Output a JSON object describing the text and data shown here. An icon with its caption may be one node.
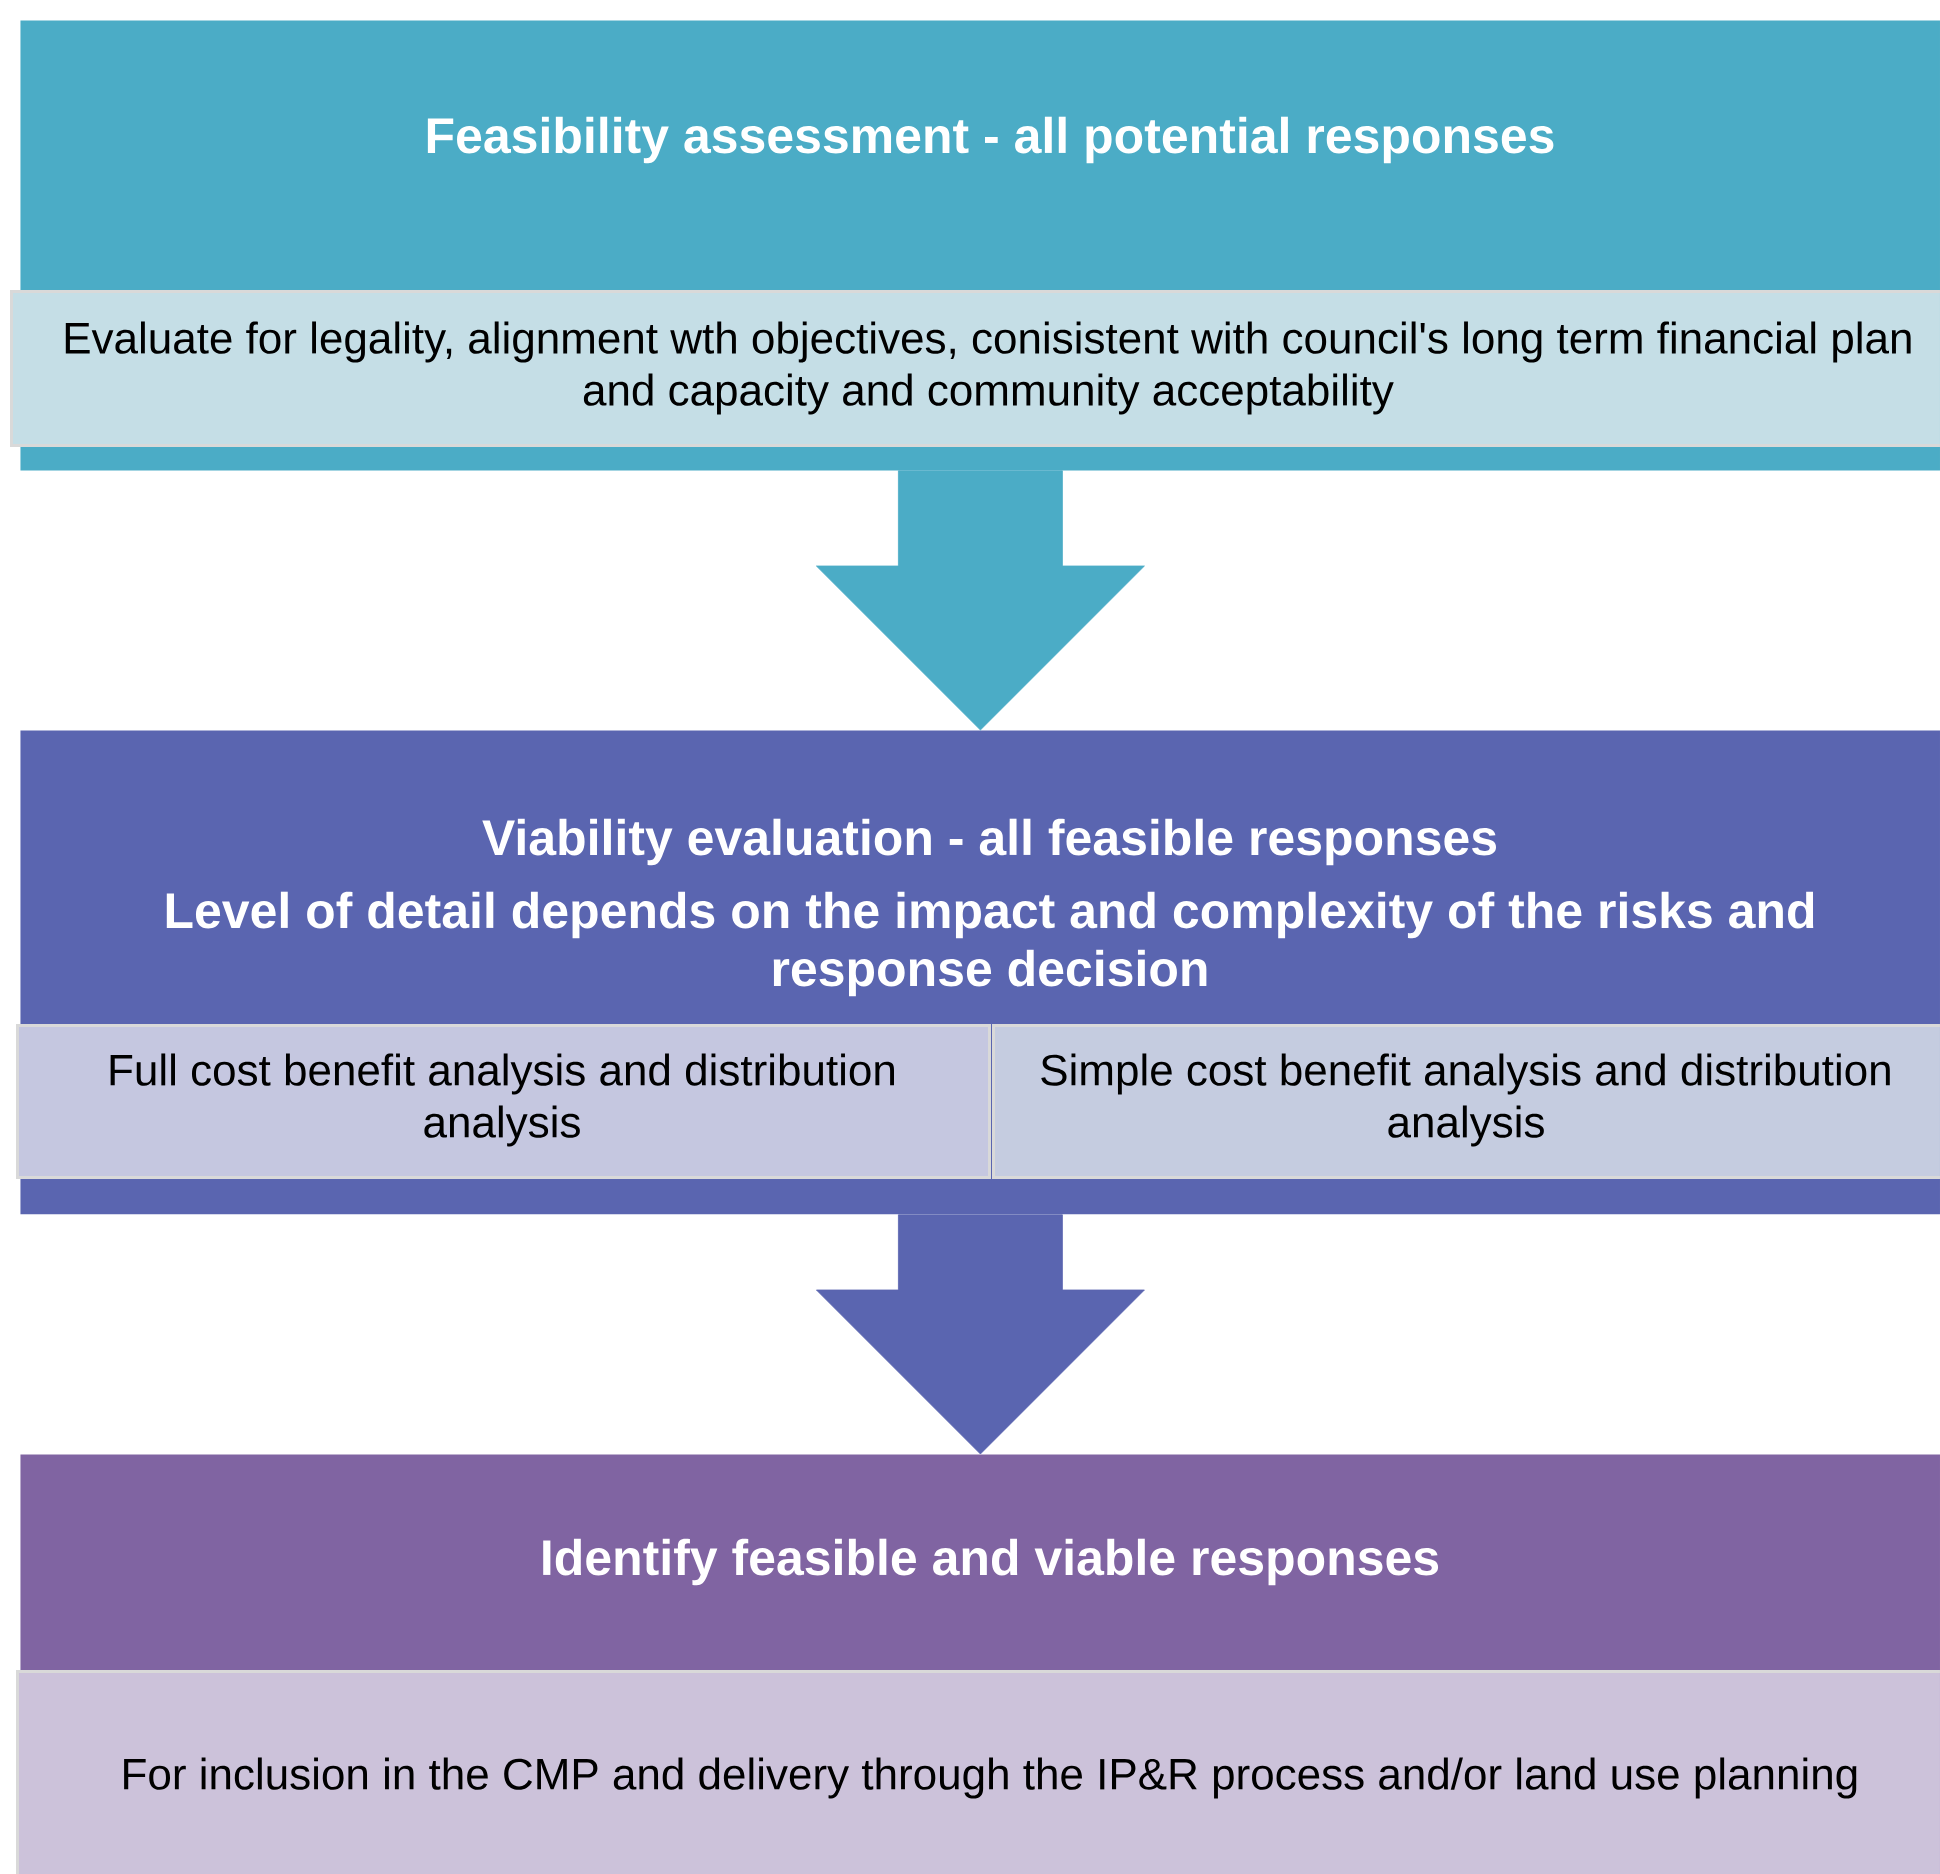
{
  "diagram": {
    "nodes": [
      {
        "text": [
          "Feasibility assessment - all potential responses"
        ]
      },
      {
        "text": [
          "Evaluate for legality, alignment wth objectives, conisistent with council's long term financial plan and capacity and community acceptability"
        ],
        "in": 0
      },
      {
        "text": [
          "Viability evaluation - all feasible responses",
          "Level of detail depends on the impact and complexity of the risks and response decision"
        ]
      },
      {
        "text": [
          "Full cost benefit analysis and distribution analysis"
        ],
        "in": 2
      },
      {
        "text": [
          "Simple cost benefit analysis and distribution analysis"
        ],
        "in": 2
      },
      {
        "text": [
          "Identify feasible and viable responses"
        ]
      },
      {
        "text": [
          "For inclusion in the CMP and delivery through the IP&R process and/or land use planning"
        ],
        "in": 5
      }
    ],
    "edges": [
      {
        "from": 0,
        "to": 2,
        "arrow": "to",
        "color": "#4bacc6"
      },
      {
        "from": 2,
        "to": 5,
        "arrow": "to",
        "color": "#5a65b0"
      }
    ]
  }
}
